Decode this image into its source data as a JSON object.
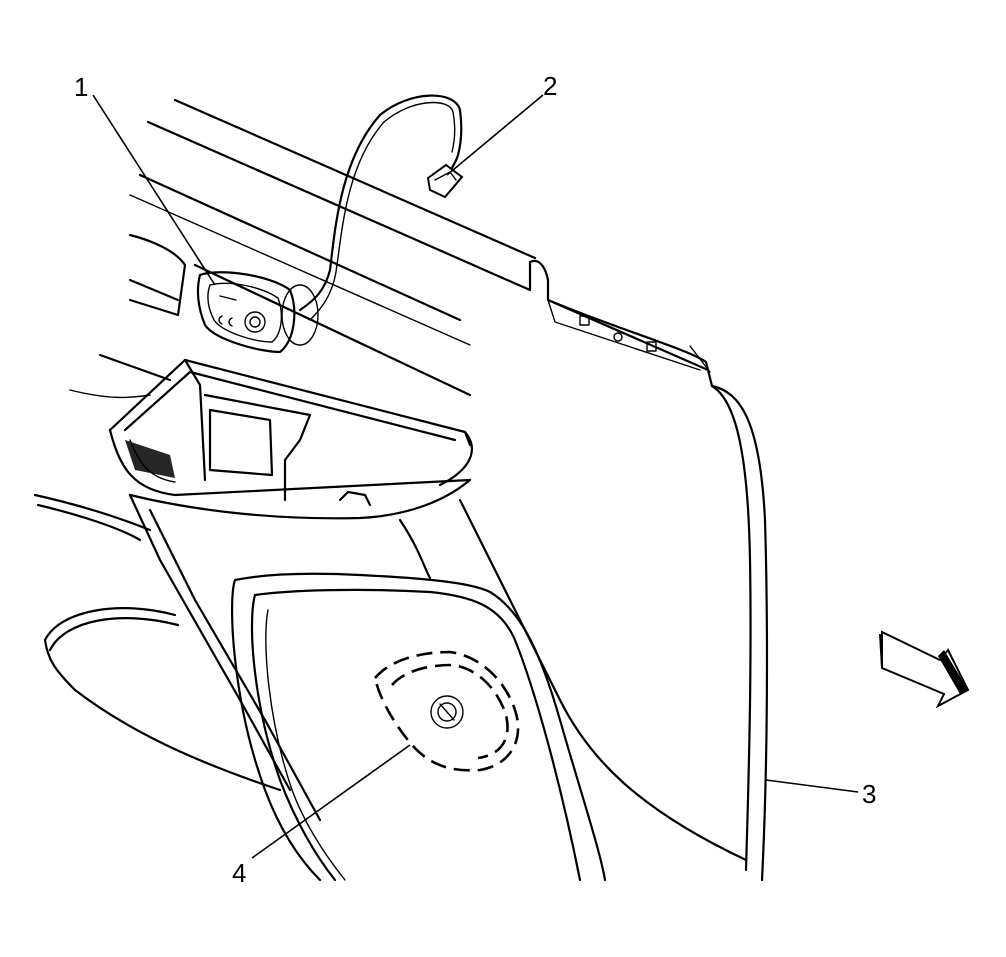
{
  "callouts": [
    {
      "id": "1",
      "label": "1"
    },
    {
      "id": "2",
      "label": "2"
    },
    {
      "id": "3",
      "label": "3"
    },
    {
      "id": "4",
      "label": "4"
    }
  ],
  "direction_arrow": {
    "icon": "direction-arrow-icon"
  }
}
